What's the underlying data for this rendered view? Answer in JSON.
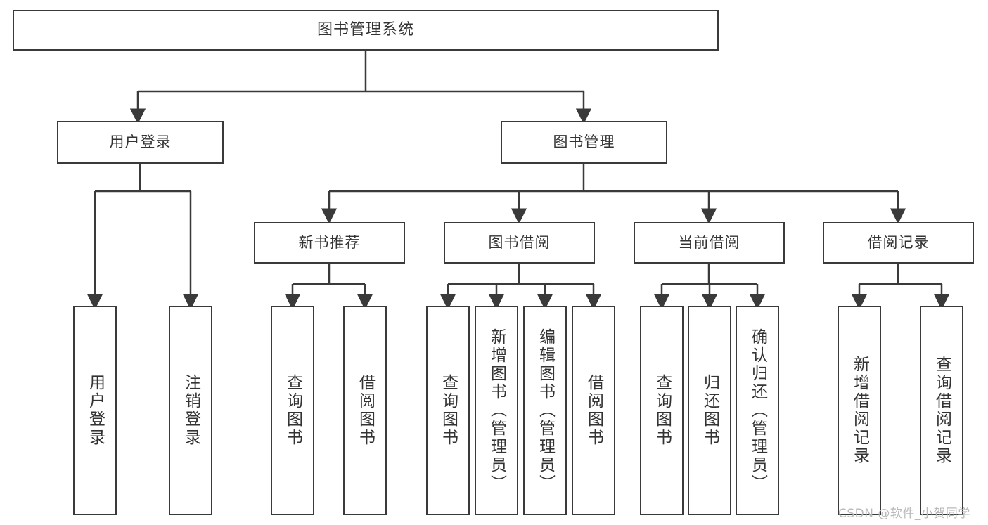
{
  "diagram": {
    "title": "图书管理系统",
    "type": "tree-hierarchy",
    "root": {
      "label": "图书管理系统"
    },
    "level1": [
      {
        "label": "用户登录"
      },
      {
        "label": "图书管理"
      }
    ],
    "level2": [
      {
        "label": "新书推荐"
      },
      {
        "label": "图书借阅"
      },
      {
        "label": "当前借阅"
      },
      {
        "label": "借阅记录"
      }
    ],
    "leaves": {
      "user_login": [
        {
          "label": "用户登录"
        },
        {
          "label": "注销登录"
        }
      ],
      "new_book_recommend": [
        {
          "label": "查询图书"
        },
        {
          "label": "借阅图书"
        }
      ],
      "book_borrow": [
        {
          "label": "查询图书"
        },
        {
          "label": "新增图书（管理员）"
        },
        {
          "label": "编辑图书（管理员）"
        },
        {
          "label": "借阅图书"
        }
      ],
      "current_borrow": [
        {
          "label": "查询图书"
        },
        {
          "label": "归还图书"
        },
        {
          "label": "确认归还（管理员）"
        }
      ],
      "borrow_record": [
        {
          "label": "新增借阅记录"
        },
        {
          "label": "查询借阅记录"
        }
      ]
    }
  },
  "watermark": {
    "text": "CSDN @软件_小贺同学"
  },
  "colors": {
    "stroke": "#3a3a3a",
    "text": "#333333",
    "background": "#ffffff",
    "watermark": "#b9b9b9"
  }
}
